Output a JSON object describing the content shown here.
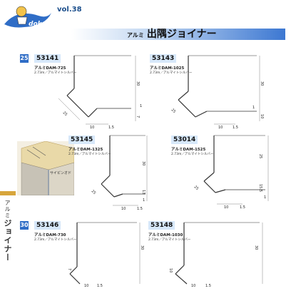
{
  "header": {
    "vol": "vol.38",
    "title_prefix": "アルミ",
    "title": "出隅ジョイナー"
  },
  "sections": [
    {
      "num": "25"
    },
    {
      "num": "30"
    }
  ],
  "products": [
    {
      "code": "53141",
      "name": "アルミDAM-725",
      "sub": "2.73m／アルマイトシルバー",
      "dims": [
        "30",
        "7",
        "25",
        "10",
        "1.5",
        "1"
      ]
    },
    {
      "code": "53143",
      "name": "アルミDAM-1025",
      "sub": "2.73m／アルマイトシルバー",
      "dims": [
        "30",
        "10",
        "25",
        "10",
        "1.5",
        "1"
      ]
    },
    {
      "code": "53145",
      "name": "アルミDAM-1325",
      "sub": "2.73m／アルマイトシルバー",
      "dims": [
        "30",
        "13",
        "25",
        "10",
        "1.5",
        "1"
      ]
    },
    {
      "code": "53014",
      "name": "アルミDAM-1525",
      "sub": "2.73m／アルマイトシルバー",
      "dims": [
        "25",
        "15.5",
        "25",
        "10",
        "1.5",
        "1"
      ]
    },
    {
      "code": "53146",
      "name": "アルミDAM-730",
      "sub": "2.73m／アルマイトシルバー",
      "dims": [
        "30",
        "7",
        "10",
        "1.5"
      ]
    },
    {
      "code": "53148",
      "name": "アルミDAM-1030",
      "sub": "2.73m／アルマイトシルバー",
      "dims": [
        "30",
        "10",
        "10",
        "1.5"
      ]
    }
  ],
  "side_tab": {
    "prefix": "アルミ",
    "label": "ジョイナー"
  },
  "photo_caption": "サイピンオド",
  "colors": {
    "accent_blue": "#2f6dc6",
    "label_bg": "#d7e8fa",
    "tab_gold": "#d7a53b"
  }
}
